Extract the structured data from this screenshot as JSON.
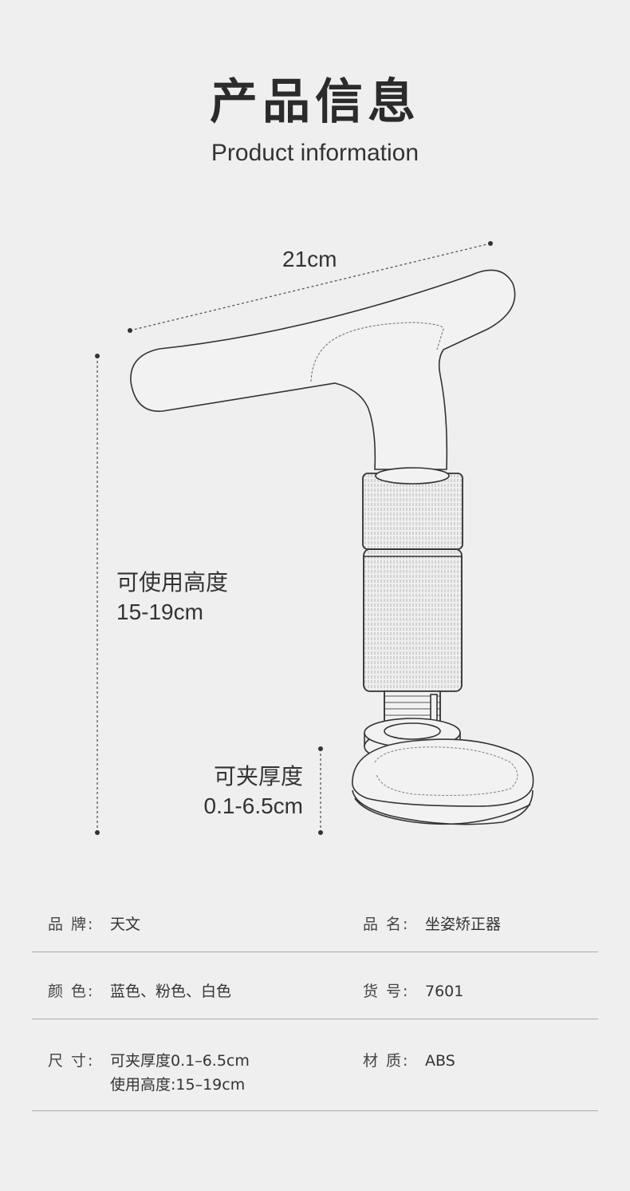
{
  "header": {
    "title_cn": "产品信息",
    "title_en": "Product information"
  },
  "dimensions": {
    "width": "21cm",
    "height_label": "可使用高度",
    "height_value": "15-19cm",
    "clamp_label": "可夹厚度",
    "clamp_value": "0.1-6.5cm"
  },
  "specs": {
    "brand": {
      "key": "品 牌:",
      "value": "天文"
    },
    "name": {
      "key": "品 名:",
      "value": "坐姿矫正器"
    },
    "color": {
      "key": "颜 色:",
      "value": "蓝色、粉色、白色"
    },
    "item_no": {
      "key": "货 号:",
      "value": "7601"
    },
    "size": {
      "key": "尺 寸:",
      "value_line1": "可夹厚度0.1–6.5cm",
      "value_line2": "使用高度:15–19cm"
    },
    "material": {
      "key": "材 质:",
      "value": "ABS"
    }
  },
  "colors": {
    "background": "#efefef",
    "line": "#333333",
    "divider": "#a9a9a9"
  },
  "illustration": {
    "icon": "posture-corrector-illustration"
  }
}
